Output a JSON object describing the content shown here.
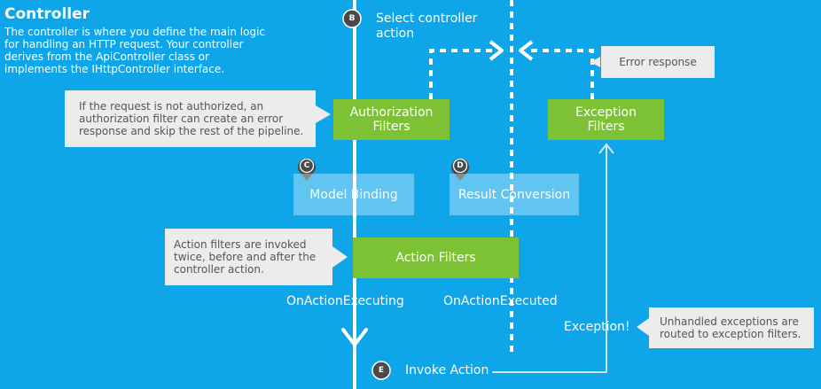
{
  "header": {
    "title": "Controller",
    "description": "The controller is where you define the main logic for handling an HTTP request. Your controller derives from the ApiController class or implements the IHttpController interface."
  },
  "steps": {
    "select_controller_action": {
      "badge": "B",
      "label": "Select controller action"
    },
    "model_binding": {
      "badge": "C",
      "label": "Model Binding"
    },
    "result_conversion": {
      "badge": "D",
      "label": "Result Conversion"
    },
    "invoke_action": {
      "badge": "E",
      "label": "Invoke Action"
    }
  },
  "filters": {
    "authorization": "Authorization Filters",
    "exception": "Exception Filters",
    "action": "Action Filters"
  },
  "labels": {
    "error_response": "Error response",
    "on_action_executing": "OnActionExecuting",
    "on_action_executed": "OnActionExecuted",
    "exception": "Exception!"
  },
  "notes": {
    "authorization": "If the request is not authorized, an authorization filter can create an error response and skip the rest of the pipeline.",
    "action_filters": "Action filters are invoked twice, before and after the controller action.",
    "exceptions": "Unhandled exceptions are routed to exception filters."
  },
  "colors": {
    "background": "#0ea5e9",
    "filter_green": "#7cc234",
    "note_gray": "#ececec",
    "badge_dark": "#4a4a4a"
  }
}
